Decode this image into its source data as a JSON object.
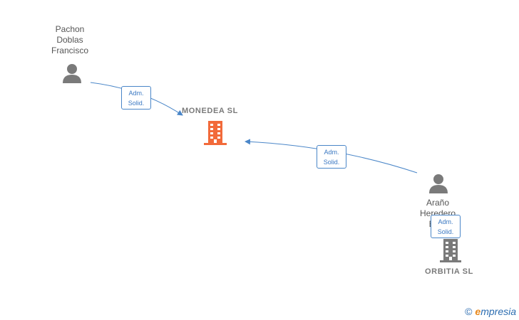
{
  "people": [
    {
      "id": "pachon",
      "lines": [
        "Pachon",
        "Doblas",
        "Francisco"
      ]
    },
    {
      "id": "arano",
      "lines": [
        "Araño",
        "Heredero",
        "Ed..."
      ]
    }
  ],
  "companies": [
    {
      "id": "monedea",
      "name": "MONEDEA  SL",
      "color": "#f26a3a"
    },
    {
      "id": "orbitia",
      "name": "ORBITIA  SL",
      "color": "#7a7a7a"
    }
  ],
  "relations": [
    {
      "line1": "Adm.",
      "line2": "Solid."
    },
    {
      "line1": "Adm.",
      "line2": "Solid."
    },
    {
      "line1": "Adm.",
      "line2": "Solid."
    }
  ],
  "footer": {
    "copyright": "©",
    "brand_initial": "e",
    "brand_rest": "mpresia"
  },
  "colors": {
    "edge": "#4a86c8",
    "person_icon": "#7a7a7a"
  }
}
